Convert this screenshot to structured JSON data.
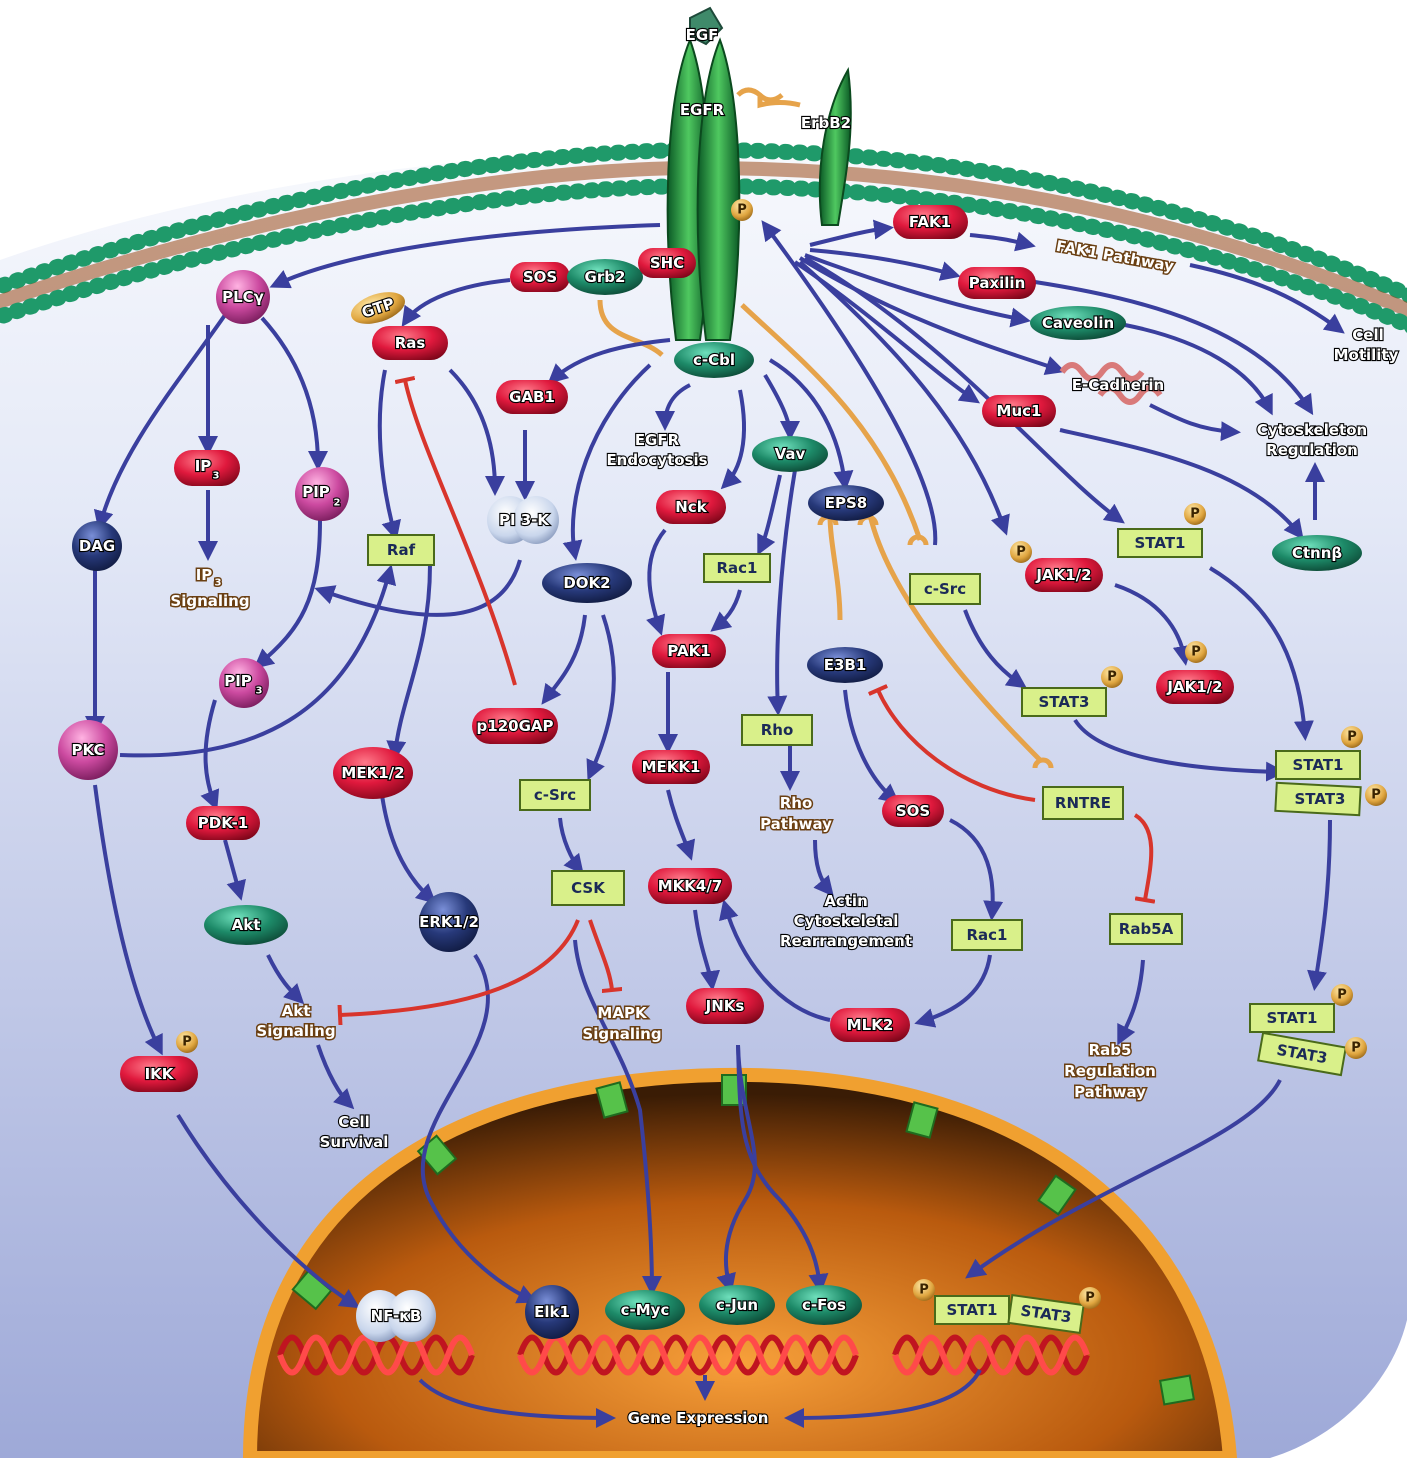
{
  "colors": {
    "membrane": "#1f9a6a",
    "activation_arrow": "#3a3f9e",
    "inhibition_arrow": "#d8352c",
    "red_node": "#e0193d",
    "green_node": "#1d8a68",
    "blue_node": "#27397a",
    "pink_node": "#cc4aa0",
    "box_node": "#d9f08a",
    "nucleus": "#e8821a"
  },
  "nodes": {
    "egf": "EGF",
    "egfr": "EGFR",
    "erbb2": "ErbB2",
    "fak1": "FAK1",
    "fak1_pathway": "FAK1 Pathway",
    "paxilin": "Paxilin",
    "caveolin": "Caveolin",
    "e_cadherin": "E-Cadherin",
    "muc1": "Muc1",
    "cell_motility_1": "Cell",
    "cell_motility_2": "Motility",
    "cytoskeleton_1": "Cytoskeleton",
    "cytoskeleton_2": "Regulation",
    "ctnnb": "Ctnnβ",
    "plcg": "PLCγ",
    "sos_top": "SOS",
    "grb2": "Grb2",
    "shc": "SHC",
    "gtp": "GTP",
    "ras": "Ras",
    "ccbl": "c-Cbl",
    "gab1": "GAB1",
    "egfr_endo_1": "EGFR",
    "egfr_endo_2": "Endocytosis",
    "vav": "Vav",
    "ip3": "IP",
    "ip3_sub": "3",
    "pip2": "PIP",
    "pip2_sub": "2",
    "pi3k": "PI 3-K",
    "nck": "Nck",
    "eps8": "EPS8",
    "dag": "DAG",
    "ip3sig_1": "IP",
    "ip3sig_sub": "3",
    "ip3sig_2": "Signaling",
    "raf": "Raf",
    "rac1_top": "Rac1",
    "csrc_right": "c-Src",
    "jak12_a": "JAK1/2",
    "stat1_a": "STAT1",
    "dok2": "DOK2",
    "pak1": "PAK1",
    "e3b1": "E3B1",
    "stat3_a": "STAT3",
    "jak12_b": "JAK1/2",
    "pip3": "PIP",
    "pip3_sub": "3",
    "p120gap": "p120GAP",
    "rho": "Rho",
    "pkc": "PKC",
    "mek12": "MEK1/2",
    "mekk1": "MEKK1",
    "stat1_b": "STAT1",
    "stat3_b": "STAT3",
    "pdk1": "PDK-1",
    "csrc_mid": "c-Src",
    "rho_path_1": "Rho",
    "rho_path_2": "Pathway",
    "sos_mid": "SOS",
    "rntre": "RNTRE",
    "csk": "CSK",
    "mkk47": "MKK4/7",
    "akt": "Akt",
    "erk12": "ERK1/2",
    "actin_1": "Actin",
    "actin_2": "Cytoskeletal",
    "actin_3": "Rearrangement",
    "rac1_mid": "Rac1",
    "rab5a": "Rab5A",
    "akt_sig_1": "Akt",
    "akt_sig_2": "Signaling",
    "mapk_sig_1": "MAPK",
    "mapk_sig_2": "Signaling",
    "jnks": "JNKs",
    "mlk2": "MLK2",
    "stat1_c": "STAT1",
    "stat3_c": "STAT3",
    "ikk": "IKK",
    "rab5_1": "Rab5",
    "rab5_2": "Regulation",
    "rab5_3": "Pathway",
    "cell_surv_1": "Cell",
    "cell_surv_2": "Survival",
    "nfkb": "NF-κB",
    "elk1": "Elk1",
    "cmyc": "c-Myc",
    "cjun": "c-Jun",
    "cfos": "c-Fos",
    "stat1_nuc": "STAT1",
    "stat3_nuc": "STAT3",
    "gene_expression": "Gene Expression",
    "phospho": "P"
  }
}
